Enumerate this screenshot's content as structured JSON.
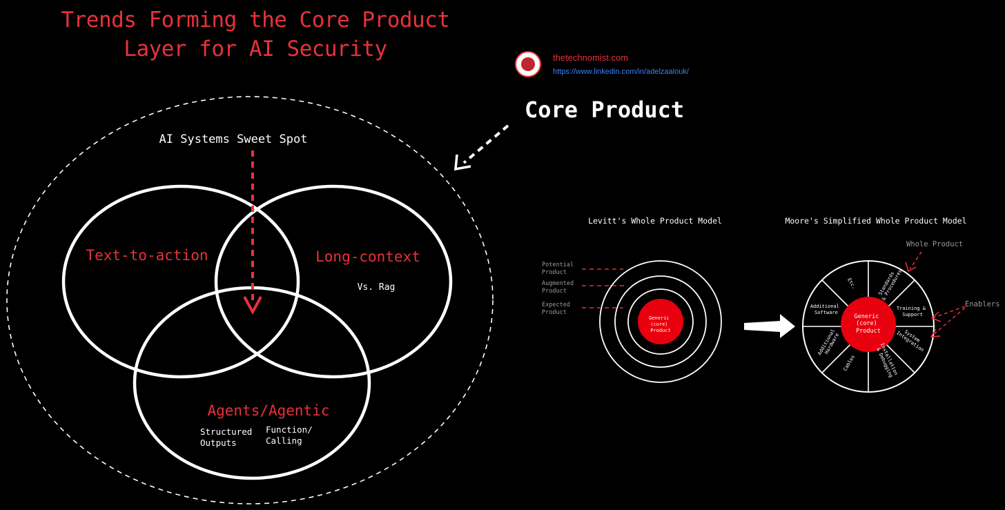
{
  "header": {
    "title_line1": "Trends Forming the Core Product",
    "title_line2": "Layer for AI Security"
  },
  "brand": {
    "site": "thetechnomist.com",
    "url": "https://www.linkedin.com/in/adelzaalouk/"
  },
  "core_product_label": "Core Product",
  "venn": {
    "sweet_spot": "AI Systems Sweet Spot",
    "circle_left": "Text-to-action",
    "circle_right": "Long-context",
    "circle_right_note": "Vs. Rag",
    "circle_bottom": "Agents/Agentic",
    "bottom_note_left": [
      "Structured",
      "Outputs"
    ],
    "bottom_note_right": [
      "Function/",
      "Calling"
    ]
  },
  "levitt": {
    "title": "Levitt's Whole Product Model",
    "labels": [
      [
        "Potential",
        "Product"
      ],
      [
        "Augmented",
        "Product"
      ],
      [
        "Expected",
        "Product"
      ]
    ],
    "core": [
      "Generic",
      "(core)",
      "Product"
    ]
  },
  "moore": {
    "title": "Moore's Simplified Whole Product Model",
    "whole_product": "Whole Product",
    "enablers": "Enablers",
    "core": [
      "Generic",
      "(core)",
      "Product"
    ],
    "segments": [
      [
        "Standards",
        "& Procedures"
      ],
      [
        "Training &",
        "Support"
      ],
      [
        "System",
        "Integration"
      ],
      [
        "Installation",
        "& Debugging"
      ],
      [
        "Cables"
      ],
      [
        "Additional",
        "Hardware"
      ],
      [
        "Additional",
        "Software"
      ],
      [
        "Etc."
      ]
    ]
  },
  "colors": {
    "background": "#000000",
    "accent_red": "#e8323a",
    "line_white": "#ffffff",
    "link_blue": "#3b82f6",
    "muted_gray": "#9a9a9a"
  }
}
